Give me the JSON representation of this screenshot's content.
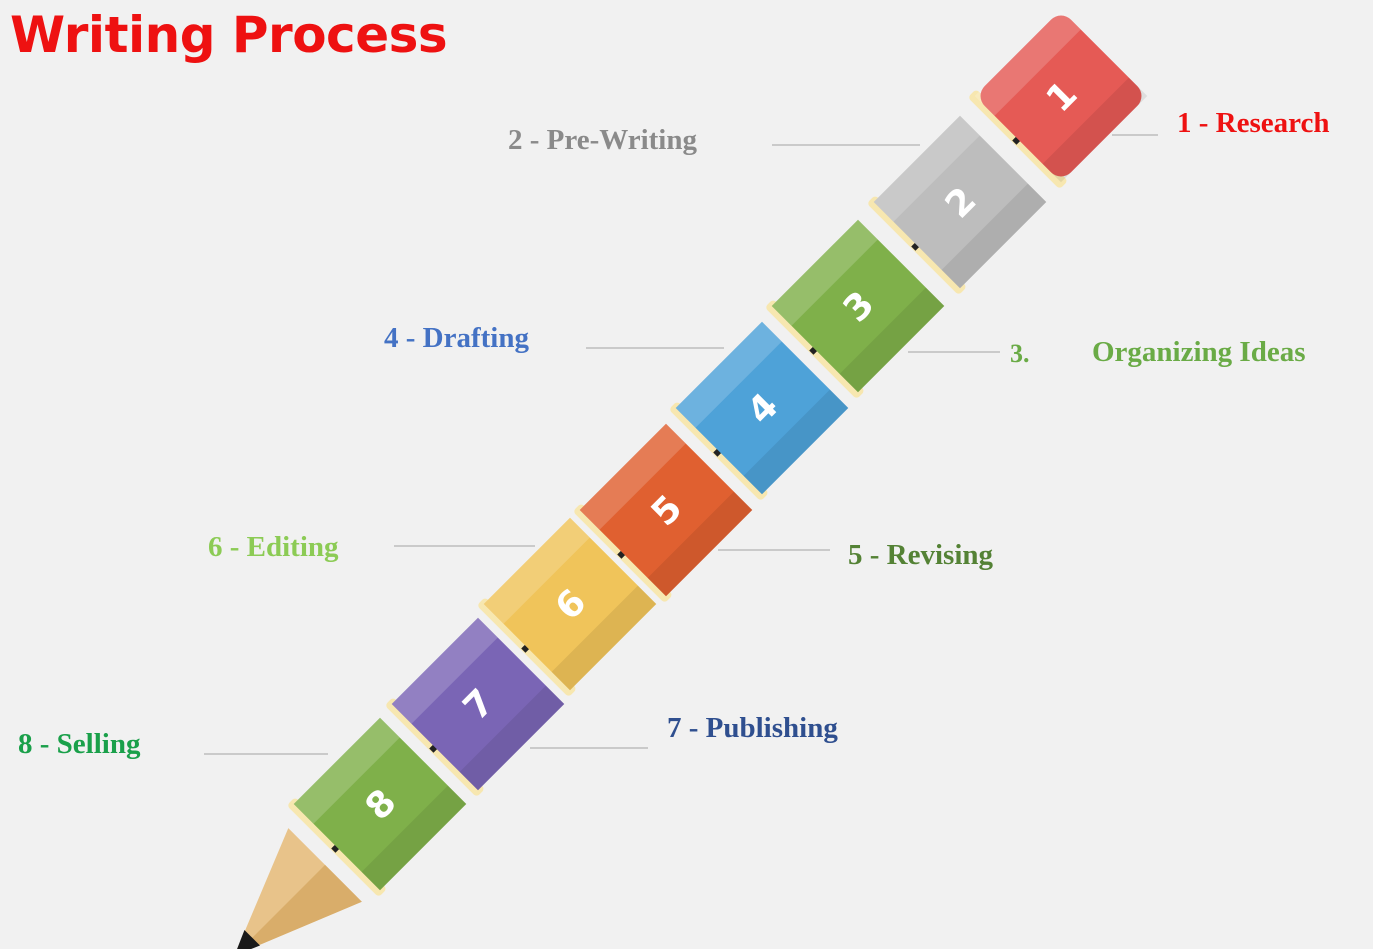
{
  "title": "Writing Process",
  "segments": [
    {
      "number": "1",
      "color": "#e55a55"
    },
    {
      "number": "2",
      "color": "#bdbdbd"
    },
    {
      "number": "3",
      "color": "#7fb04a"
    },
    {
      "number": "4",
      "color": "#4ea2d8"
    },
    {
      "number": "5",
      "color": "#e06030"
    },
    {
      "number": "6",
      "color": "#f0c45a"
    },
    {
      "number": "7",
      "color": "#7a65b5"
    },
    {
      "number": "8",
      "color": "#7fb04a"
    }
  ],
  "steps": [
    {
      "id": "research",
      "text": "1 - Research",
      "color": "#ee1111"
    },
    {
      "id": "prewriting",
      "text": "2 - Pre-Writing",
      "color": "#8a8a8a"
    },
    {
      "id": "organizing-num",
      "text": "3.",
      "color": "#6aab46"
    },
    {
      "id": "organizing",
      "text": "Organizing Ideas",
      "color": "#6aab46"
    },
    {
      "id": "drafting",
      "text": "4 - Drafting",
      "color": "#4472c4"
    },
    {
      "id": "revising",
      "text": "5 - Revising",
      "color": "#548235"
    },
    {
      "id": "editing",
      "text": "6 - Editing",
      "color": "#8ccb55"
    },
    {
      "id": "publishing",
      "text": "7 - Publishing",
      "color": "#2f4f8f"
    },
    {
      "id": "selling",
      "text": "8 - Selling",
      "color": "#1aa04a"
    }
  ]
}
